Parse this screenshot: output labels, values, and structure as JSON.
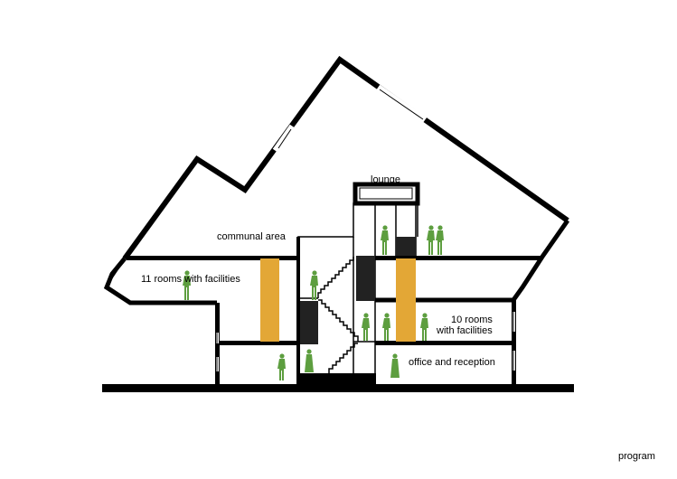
{
  "labels": {
    "lounge": "lounge",
    "communal_area": "communal area",
    "rooms_left": "11 rooms with facilities",
    "rooms_right_1": "10 rooms",
    "rooms_right_2": "with facilities",
    "office": "office and reception",
    "program": "program"
  },
  "colors": {
    "wall": "#000000",
    "core": "#e3a736",
    "figure": "#5d9e3f",
    "background": "#ffffff"
  }
}
